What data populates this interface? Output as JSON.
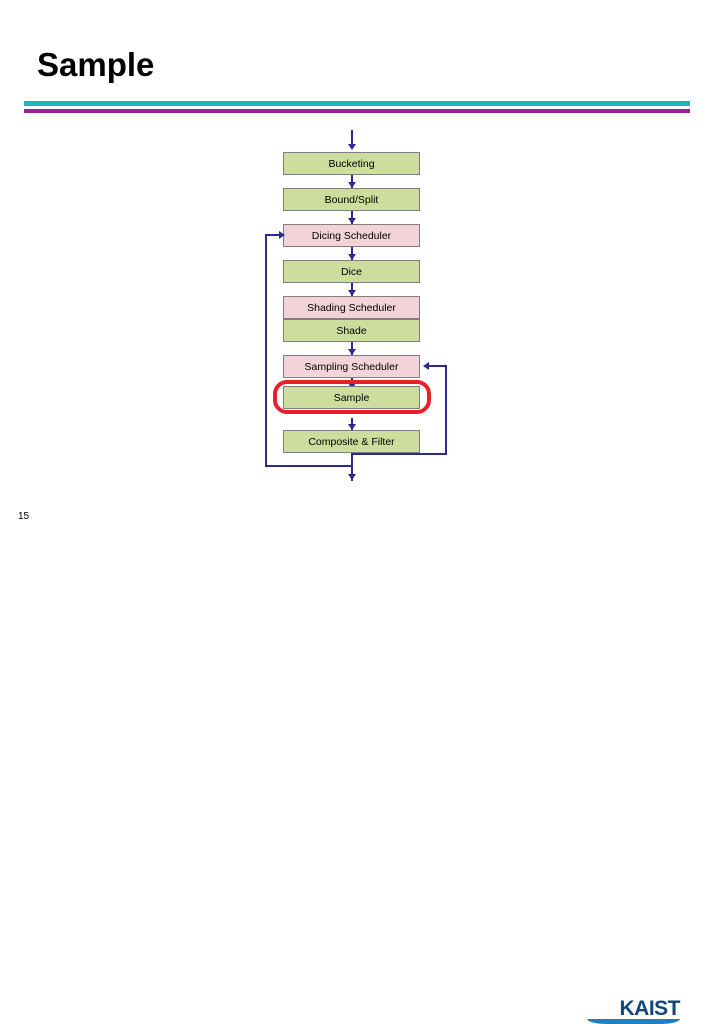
{
  "slide": {
    "title": "Sample",
    "page_number": "15",
    "logo_text": "KAIST",
    "accent_colors": {
      "rule_teal": "#1bb6c1",
      "rule_purple": "#9c1f9c",
      "highlight_red": "#e8202a",
      "arrow_navy": "#2b2b8f",
      "node_green": "#ccdd9e",
      "node_pink": "#f2d3d8",
      "logo_blue": "#12457e"
    }
  },
  "diagram": {
    "type": "flowchart",
    "nodes": [
      {
        "id": "bucketing",
        "label": "Bucketing",
        "kind": "stage"
      },
      {
        "id": "bound-split",
        "label": "Bound/Split",
        "kind": "stage"
      },
      {
        "id": "dicing-scheduler",
        "label": "Dicing Scheduler",
        "kind": "scheduler"
      },
      {
        "id": "dice",
        "label": "Dice",
        "kind": "stage"
      },
      {
        "id": "shading-scheduler",
        "label": "Shading Scheduler",
        "kind": "scheduler"
      },
      {
        "id": "shade",
        "label": "Shade",
        "kind": "stage"
      },
      {
        "id": "sampling-scheduler",
        "label": "Sampling Scheduler",
        "kind": "scheduler"
      },
      {
        "id": "sample",
        "label": "Sample",
        "kind": "stage",
        "highlighted": true
      },
      {
        "id": "composite-filter",
        "label": "Composite & Filter",
        "kind": "stage"
      }
    ],
    "highlighted_node": "Sample"
  }
}
